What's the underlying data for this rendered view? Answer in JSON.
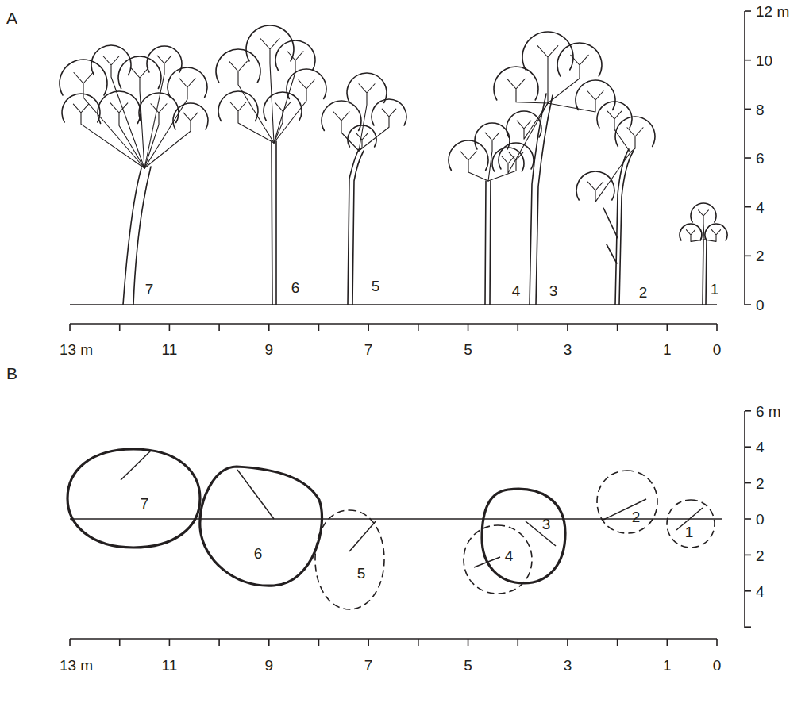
{
  "diagram": {
    "labels": [
      "A",
      "12 m",
      "10",
      "8",
      "6",
      "4",
      "2",
      "0",
      "7",
      "6",
      "5",
      "4",
      "3",
      "2",
      "1",
      "13 m",
      "11",
      "9",
      "7",
      "5",
      "3",
      "1",
      "0",
      "B",
      "6 m",
      "4",
      "2",
      "0",
      "2",
      "4",
      "7",
      "6",
      "5",
      "4",
      "3",
      "2",
      "1",
      "13 m",
      "11",
      "9",
      "7",
      "5",
      "3",
      "1",
      "0"
    ]
  }
}
